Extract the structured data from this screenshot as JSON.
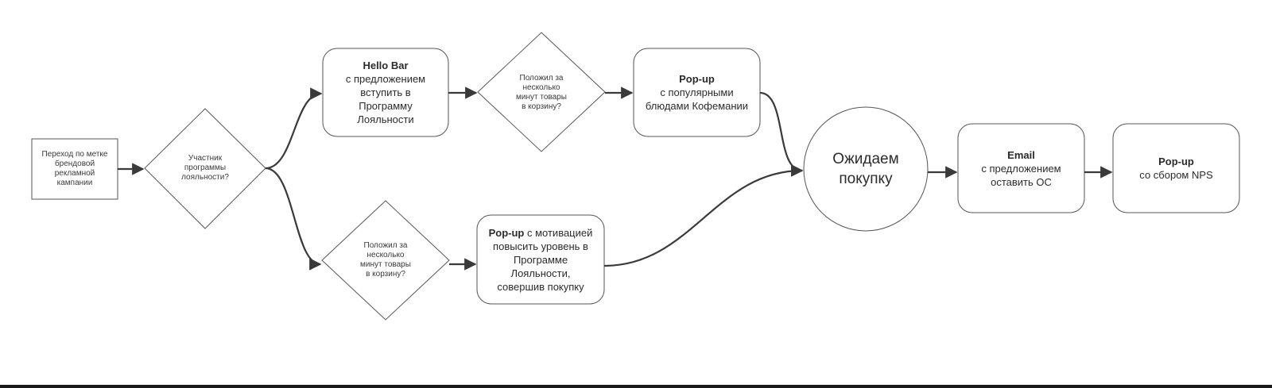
{
  "colors": {
    "stroke": "#3a3a3a",
    "box_stroke": "#555555",
    "text": "#2b2b2b",
    "background": "#ffffff"
  },
  "nodes": {
    "start": {
      "text": "Переход по метке брендовой рекламной кампании",
      "lines": [
        "Переход по метке",
        "брендовой",
        "рекламной",
        "кампании"
      ]
    },
    "decision_member": {
      "lines": [
        "Участник",
        "программы",
        "лояльности?"
      ]
    },
    "hello_bar": {
      "title": "Hello Bar",
      "lines": [
        "с предложением",
        "вступить в",
        "Программу",
        "Лояльности"
      ]
    },
    "decision_cart_top": {
      "lines": [
        "Положил за",
        "несколько",
        "минут товары",
        "в корзину?"
      ]
    },
    "popup_popular": {
      "title": "Pop-up",
      "lines": [
        "с популярными",
        "блюдами Кофемании"
      ]
    },
    "decision_cart_bottom": {
      "lines": [
        "Положил за",
        "несколько",
        "минут товары",
        "в корзину?"
      ]
    },
    "popup_motivation": {
      "title": "Pop-up",
      "title_suffix": " с мотивацией",
      "lines": [
        "повысить уровень в",
        "Программе",
        "Лояльности,",
        "совершив покупку"
      ]
    },
    "wait_purchase": {
      "lines": [
        "Ожидаем",
        "покупку"
      ]
    },
    "email": {
      "title": "Email",
      "lines": [
        "с предложением",
        "оставить ОС"
      ]
    },
    "popup_nps": {
      "title": "Pop-up",
      "lines": [
        "со сбором NPS"
      ]
    }
  }
}
